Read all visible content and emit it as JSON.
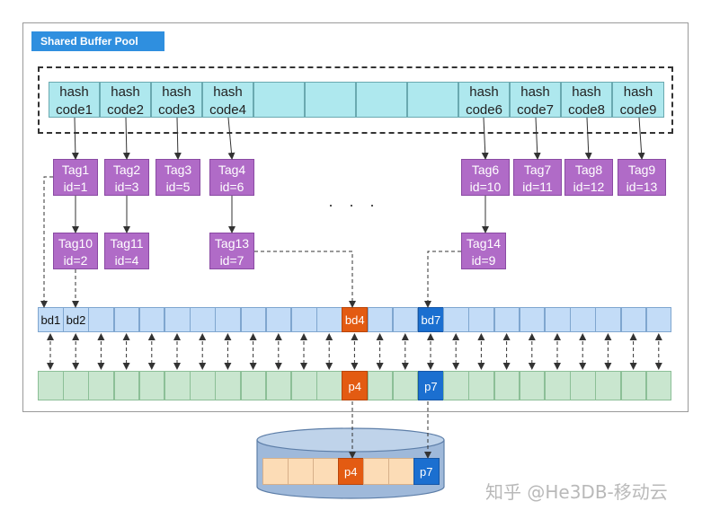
{
  "title": "Shared Buffer Pool",
  "hash_cells": [
    {
      "line1": "hash",
      "line2": "code1"
    },
    {
      "line1": "hash",
      "line2": "code2"
    },
    {
      "line1": "hash",
      "line2": "code3"
    },
    {
      "line1": "hash",
      "line2": "code4"
    },
    {
      "line1": "",
      "line2": ""
    },
    {
      "line1": "",
      "line2": ""
    },
    {
      "line1": "",
      "line2": ""
    },
    {
      "line1": "",
      "line2": ""
    },
    {
      "line1": "hash",
      "line2": "code6"
    },
    {
      "line1": "hash",
      "line2": "code7"
    },
    {
      "line1": "hash",
      "line2": "code8"
    },
    {
      "line1": "hash",
      "line2": "code9"
    }
  ],
  "tags_row1": [
    {
      "tag": "Tag1",
      "id": "id=1"
    },
    {
      "tag": "Tag2",
      "id": "id=3"
    },
    {
      "tag": "Tag3",
      "id": "id=5"
    },
    {
      "tag": "Tag4",
      "id": "id=6"
    },
    {
      "tag": "Tag6",
      "id": "id=10"
    },
    {
      "tag": "Tag7",
      "id": "id=11"
    },
    {
      "tag": "Tag8",
      "id": "id=12"
    },
    {
      "tag": "Tag9",
      "id": "id=13"
    }
  ],
  "tags_row2": [
    {
      "tag": "Tag10",
      "id": "id=2"
    },
    {
      "tag": "Tag11",
      "id": "id=4"
    },
    {
      "tag": "Tag13",
      "id": "id=7"
    },
    {
      "tag": "Tag14",
      "id": "id=9"
    }
  ],
  "ellipsis": "· · ·",
  "buffer_labels": {
    "bd1": "bd1",
    "bd2": "bd2",
    "bd4": "bd4",
    "bd7": "bd7"
  },
  "page_labels": {
    "p4": "p4",
    "p7": "p7"
  },
  "disk_labels": {
    "p4": "p4",
    "p7": "p7"
  },
  "colors": {
    "highlight_orange": "#e35b12",
    "highlight_blue": "#1b6fd0",
    "tag_purple": "#b06bc7",
    "hash_cyan": "#aee8ee"
  },
  "watermark": "知乎 @He3DB-移动云"
}
